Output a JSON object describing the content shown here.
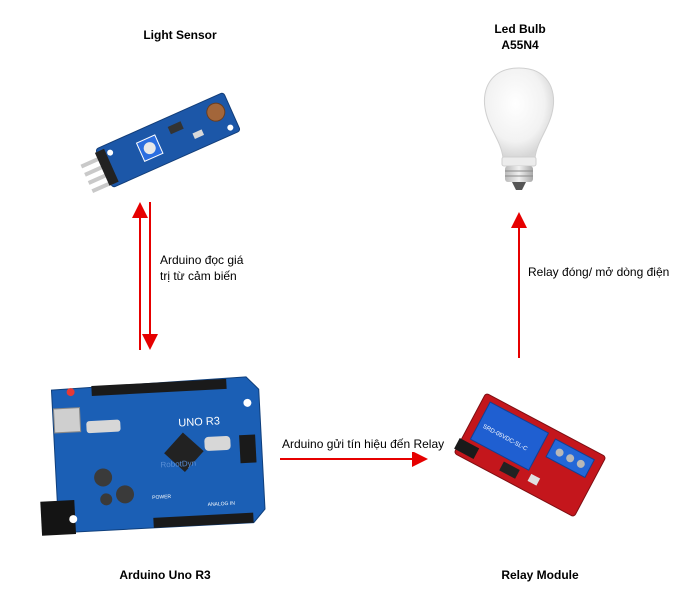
{
  "nodes": {
    "light_sensor": {
      "label": "Light Sensor"
    },
    "led_bulb": {
      "label_line1": "Led Bulb",
      "label_line2": "A55N4"
    },
    "arduino": {
      "label": "Arduino Uno R3",
      "board_text": "UNO R3",
      "board_brand": "RobotDyn",
      "power_text": "POWER",
      "analog_text": "ANALOG IN"
    },
    "relay": {
      "label": "Relay Module",
      "relay_text": "SRD-05VDC-SL-C"
    }
  },
  "edges": {
    "sensor_arduino": {
      "label_line1": "Arduino đọc giá",
      "label_line2": "trị từ cảm biến"
    },
    "arduino_relay": {
      "label": "Arduino gửi tín hiệu đến Relay"
    },
    "relay_bulb": {
      "label": "Relay đóng/ mở dòng điện"
    }
  },
  "colors": {
    "arrow": "#e60000",
    "board_blue": "#1b5fb5",
    "relay_red": "#c4161c",
    "relay_blue": "#1f5fd1"
  }
}
